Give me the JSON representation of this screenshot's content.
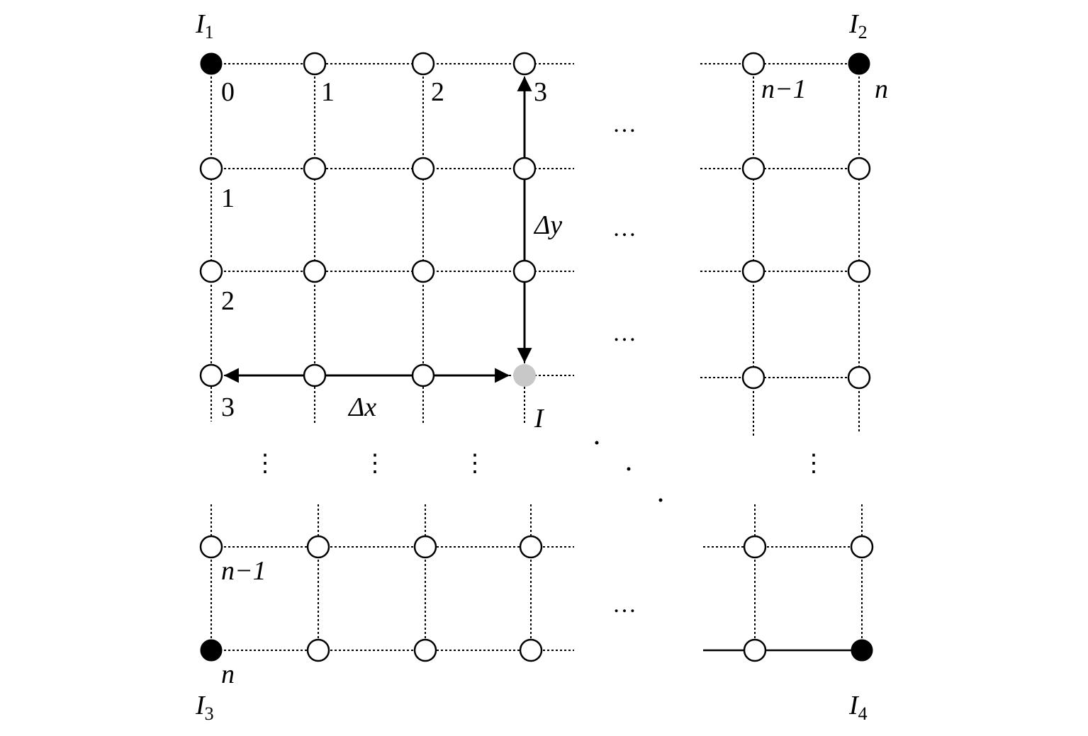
{
  "corners": {
    "I1": {
      "main": "I",
      "sub": "1"
    },
    "I2": {
      "main": "I",
      "sub": "2"
    },
    "I3": {
      "main": "I",
      "sub": "3"
    },
    "I4": {
      "main": "I",
      "sub": "4"
    }
  },
  "column_labels": [
    "0",
    "1",
    "2",
    "3",
    "n−1",
    "n"
  ],
  "row_labels": [
    "1",
    "2",
    "3",
    "n−1",
    "n"
  ],
  "target_label": "I",
  "delta_x": "Δx",
  "delta_y": "Δy",
  "ellipsis_h": "…",
  "ellipsis_v": "⋮",
  "colors": {
    "corner_node": "#000000",
    "target_node": "#c8c8c8",
    "open_node": "#ffffff"
  }
}
